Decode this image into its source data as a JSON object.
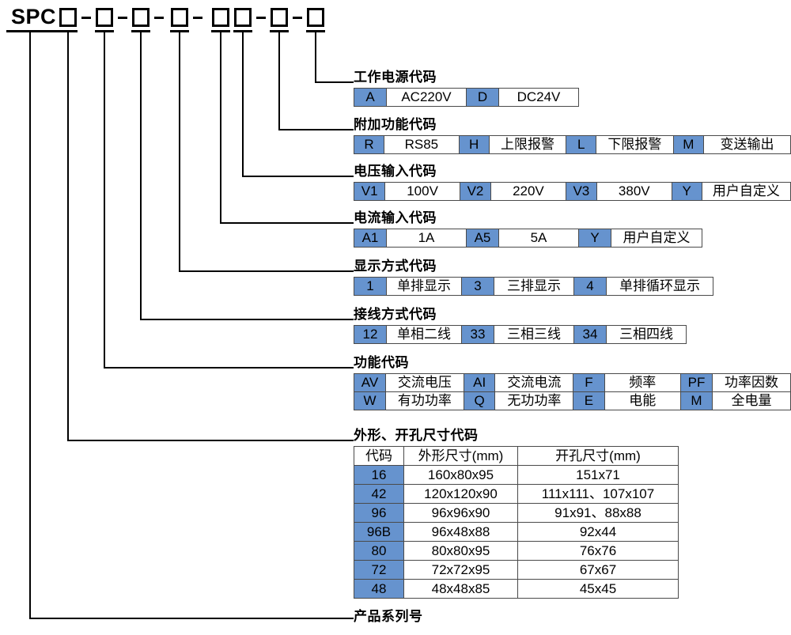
{
  "model": {
    "prefix": "SPC",
    "box_count": 8
  },
  "sections": [
    {
      "id": "power-supply-code",
      "title": "工作电源代码",
      "rows": [
        [
          {
            "code": "A",
            "value": "AC220V"
          },
          {
            "code": "D",
            "value": "DC24V"
          }
        ]
      ]
    },
    {
      "id": "additional-function-code",
      "title": "附加功能代码",
      "rows": [
        [
          {
            "code": "R",
            "value": "RS85"
          },
          {
            "code": "H",
            "value": "上限报警"
          },
          {
            "code": "L",
            "value": "下限报警"
          },
          {
            "code": "M",
            "value": "变送输出"
          }
        ]
      ]
    },
    {
      "id": "voltage-input-code",
      "title": "电压输入代码",
      "rows": [
        [
          {
            "code": "V1",
            "value": "100V"
          },
          {
            "code": "V2",
            "value": "220V"
          },
          {
            "code": "V3",
            "value": "380V"
          },
          {
            "code": "Y",
            "value": "用户自定义"
          }
        ]
      ]
    },
    {
      "id": "current-input-code",
      "title": "电流输入代码",
      "rows": [
        [
          {
            "code": "A1",
            "value": "1A"
          },
          {
            "code": "A5",
            "value": "5A"
          },
          {
            "code": "Y",
            "value": "用户自定义"
          }
        ]
      ]
    },
    {
      "id": "display-mode-code",
      "title": "显示方式代码",
      "rows": [
        [
          {
            "code": "1",
            "value": "单排显示"
          },
          {
            "code": "3",
            "value": "三排显示"
          },
          {
            "code": "4",
            "value": "单排循环显示"
          }
        ]
      ]
    },
    {
      "id": "wiring-mode-code",
      "title": "接线方式代码",
      "rows": [
        [
          {
            "code": "12",
            "value": "单相二线"
          },
          {
            "code": "33",
            "value": "三相三线"
          },
          {
            "code": "34",
            "value": "三相四线"
          }
        ]
      ]
    },
    {
      "id": "function-code",
      "title": "功能代码",
      "rows": [
        [
          {
            "code": "AV",
            "value": "交流电压"
          },
          {
            "code": "AI",
            "value": "交流电流"
          },
          {
            "code": "F",
            "value": "频率"
          },
          {
            "code": "PF",
            "value": "功率因数"
          }
        ],
        [
          {
            "code": "W",
            "value": "有功功率"
          },
          {
            "code": "Q",
            "value": "无功功率"
          },
          {
            "code": "E",
            "value": "电能"
          },
          {
            "code": "M",
            "value": "全电量"
          }
        ]
      ]
    }
  ],
  "dimension_section": {
    "id": "dimension-code",
    "title": "外形、开孔尺寸代码",
    "headers": [
      "代码",
      "外形尺寸(mm)",
      "开孔尺寸(mm)"
    ],
    "rows": [
      {
        "code": "16",
        "outline": "160x80x95",
        "cutout": "151x71"
      },
      {
        "code": "42",
        "outline": "120x120x90",
        "cutout": "111x111、107x107"
      },
      {
        "code": "96",
        "outline": "96x96x90",
        "cutout": "91x91、88x88"
      },
      {
        "code": "96B",
        "outline": "96x48x88",
        "cutout": "92x44"
      },
      {
        "code": "80",
        "outline": "80x80x95",
        "cutout": "76x76"
      },
      {
        "code": "72",
        "outline": "72x72x95",
        "cutout": "67x67"
      },
      {
        "code": "48",
        "outline": "48x48x85",
        "cutout": "45x45"
      }
    ]
  },
  "series_section": {
    "id": "product-series-number",
    "title": "产品系列号"
  },
  "colors": {
    "code_cell_blue": "#6693ce",
    "line_black": "#000000",
    "cell_border": "#4a4a4a",
    "background": "#ffffff"
  }
}
